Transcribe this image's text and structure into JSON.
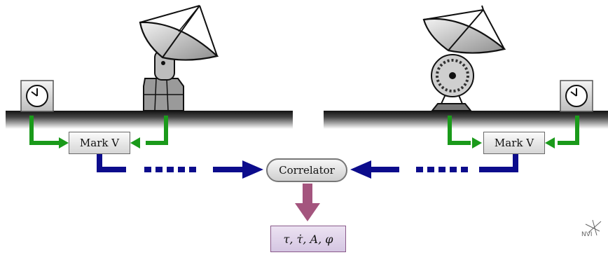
{
  "nodes": {
    "left_recorder": "Mark V",
    "right_recorder": "Mark V",
    "correlator": "Correlator",
    "output": "τ, τ̇, A, φ"
  },
  "logo_text": "NVI",
  "colors": {
    "clock_signal": "#1a9a1a",
    "data_flow": "#0c0c8c",
    "output_flow": "#a4557e",
    "ground": "#111111"
  },
  "icons": [
    "clock-icon",
    "radio-telescope-icon"
  ]
}
